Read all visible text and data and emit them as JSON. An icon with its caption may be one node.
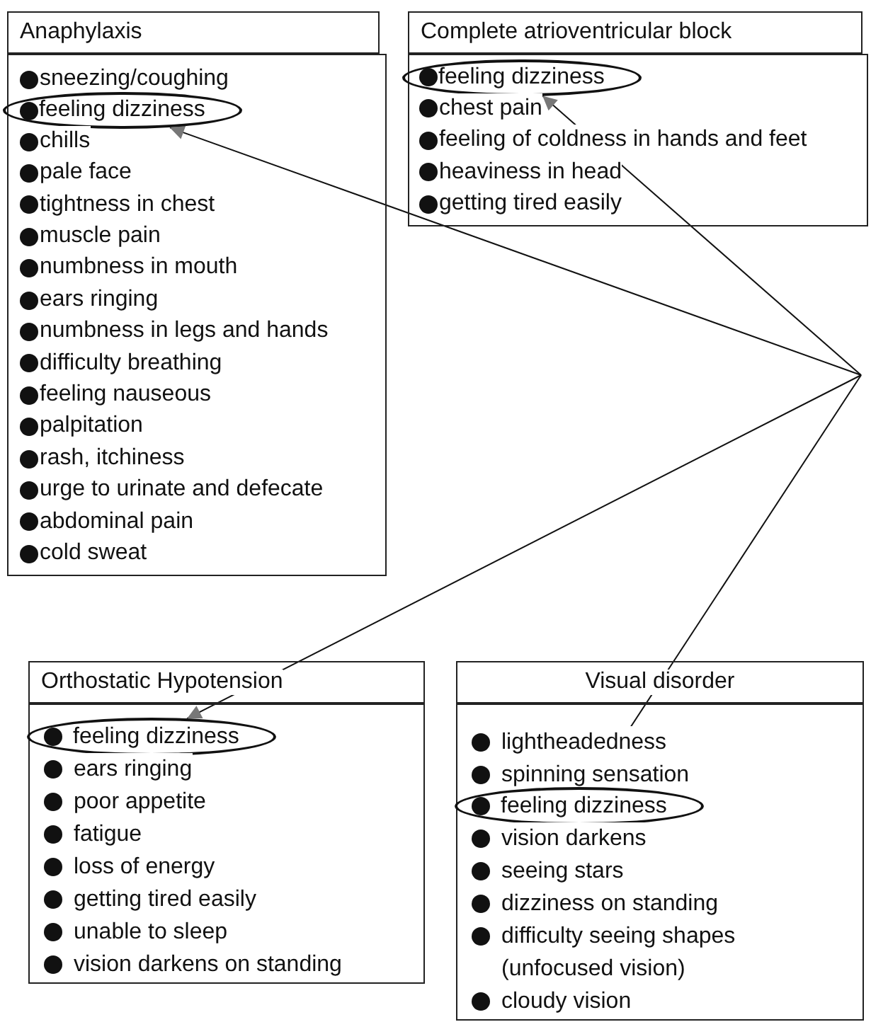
{
  "diagram": {
    "nodes": [
      {
        "text": [
          "Anaphylaxis"
        ]
      },
      {
        "text": [],
        "shape": "box"
      },
      {
        "text": [
          "sneezing/coughing"
        ],
        "in": 1
      },
      {
        "text": [
          "feeling dizziness"
        ],
        "in": 1
      },
      {
        "text": [
          "chills"
        ],
        "in": 1
      },
      {
        "text": [
          "pale face"
        ],
        "in": 1
      },
      {
        "text": [
          "tightness in chest"
        ],
        "in": 1
      },
      {
        "text": [
          "muscle pain"
        ],
        "in": 1
      },
      {
        "text": [
          "numbness in mouth"
        ],
        "in": 1
      },
      {
        "text": [
          "ears ringing"
        ],
        "in": 1
      },
      {
        "text": [
          "numbness in legs and hands"
        ],
        "in": 1
      },
      {
        "text": [
          "difficulty breathing"
        ],
        "in": 1
      },
      {
        "text": [
          "feeling nauseous"
        ],
        "in": 1
      },
      {
        "text": [
          "palpitation"
        ],
        "in": 1
      },
      {
        "text": [
          "rash, itchiness"
        ],
        "in": 1
      },
      {
        "text": [
          "urge to urinate and defecate"
        ],
        "in": 1
      },
      {
        "text": [
          "abdominal pain"
        ],
        "in": 1
      },
      {
        "text": [
          "cold sweat"
        ],
        "in": 1
      },
      {
        "text": [
          "Complete atrioventricular block"
        ]
      },
      {
        "text": [],
        "shape": "box"
      },
      {
        "text": [
          "feeling dizziness"
        ],
        "in": 19
      },
      {
        "text": [
          "chest pain"
        ],
        "in": 19
      },
      {
        "text": [
          "feeling of coldness in hands and feet"
        ],
        "in": 19
      },
      {
        "text": [
          "heaviness in head"
        ],
        "in": 19
      },
      {
        "text": [
          "getting tired easily"
        ],
        "in": 19
      },
      {
        "text": [
          "Orthostatic Hypotension"
        ]
      },
      {
        "text": [],
        "shape": "box"
      },
      {
        "text": [
          "feeling dizziness"
        ],
        "in": 26
      },
      {
        "text": [
          "ears ringing"
        ],
        "in": 26
      },
      {
        "text": [
          "poor appetite"
        ],
        "in": 26
      },
      {
        "text": [
          "fatigue"
        ],
        "in": 26
      },
      {
        "text": [
          "loss of energy"
        ],
        "in": 26
      },
      {
        "text": [
          "getting tired easily"
        ],
        "in": 26
      },
      {
        "text": [
          "unable to sleep"
        ],
        "in": 26
      },
      {
        "text": [
          "vision darkens on standing"
        ],
        "in": 26
      },
      {
        "text": [
          "Visual disorder"
        ]
      },
      {
        "text": [],
        "shape": "box"
      },
      {
        "text": [
          "lightheadedness"
        ],
        "in": 36
      },
      {
        "text": [
          "spinning sensation"
        ],
        "in": 36
      },
      {
        "text": [
          "feeling dizziness"
        ],
        "in": 36
      },
      {
        "text": [
          "vision darkens"
        ],
        "in": 36
      },
      {
        "text": [
          "seeing stars"
        ],
        "in": 36
      },
      {
        "text": [
          "dizziness on standing"
        ],
        "in": 36
      },
      {
        "text": [
          "difficulty seeing shapes (unfocused vision)"
        ],
        "in": 36
      },
      {
        "text": [
          "cloudy vision"
        ],
        "in": 36
      }
    ],
    "edges": [
      {
        "from": null,
        "to": 3,
        "arrow": "to"
      },
      {
        "from": null,
        "to": 20,
        "arrow": "to"
      },
      {
        "from": null,
        "to": 27,
        "arrow": "to"
      },
      {
        "from": null,
        "to": 39,
        "arrow": "to"
      }
    ]
  }
}
